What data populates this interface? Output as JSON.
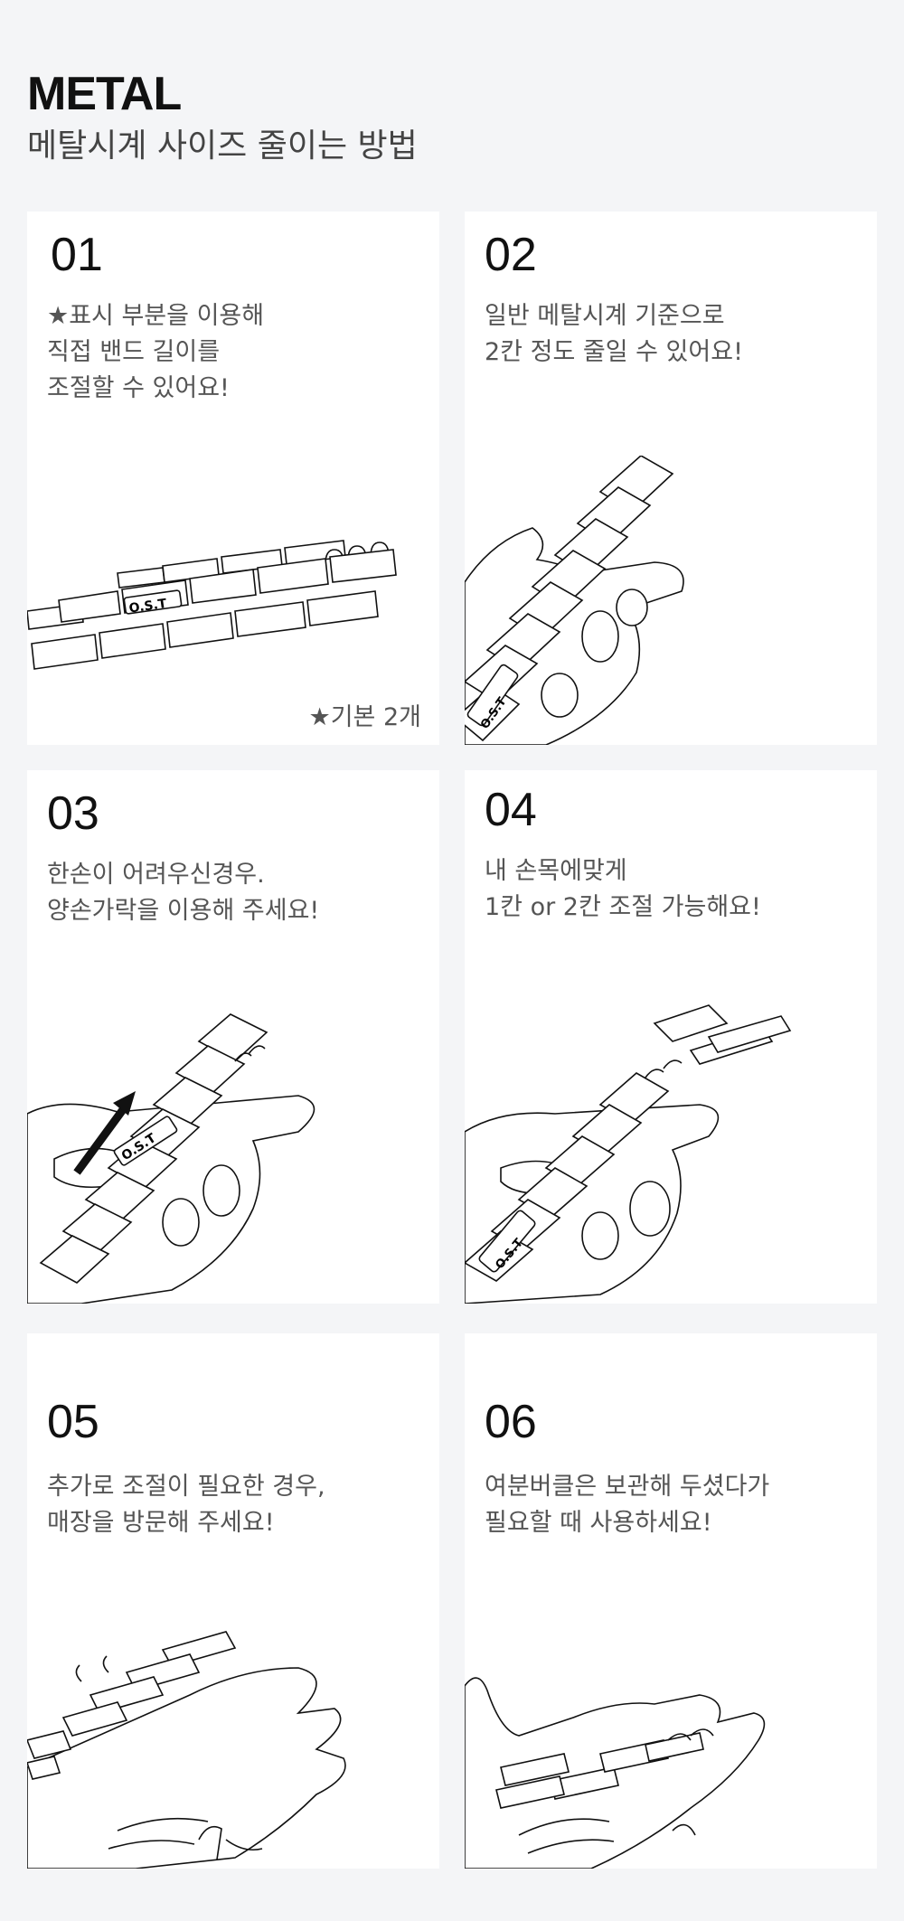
{
  "header": {
    "title": "METAL",
    "subtitle": "메탈시계 사이즈 줄이는 방법"
  },
  "steps": [
    {
      "number": "01",
      "lines": [
        "★표시 부분을 이용해",
        "직접 밴드 길이를",
        "조절할 수 있어요!"
      ],
      "footnote": "★기본 2개",
      "band_label": "O.S.T"
    },
    {
      "number": "02",
      "lines": [
        "일반 메탈시계 기준으로",
        "2칸 정도 줄일 수 있어요!"
      ],
      "band_label": "O.S.T"
    },
    {
      "number": "03",
      "lines": [
        "한손이 어려우신경우.",
        "양손가락을 이용해 주세요!"
      ],
      "band_label": "O.S.T"
    },
    {
      "number": "04",
      "lines": [
        "내 손목에맞게",
        "1칸 or 2칸 조절 가능해요!"
      ],
      "band_label": "O.S.T"
    },
    {
      "number": "05",
      "lines": [
        "추가로 조절이 필요한 경우,",
        "매장을 방문해 주세요!"
      ]
    },
    {
      "number": "06",
      "lines": [
        "여분버클은 보관해 두셨다가",
        "필요할 때 사용하세요!"
      ]
    }
  ]
}
